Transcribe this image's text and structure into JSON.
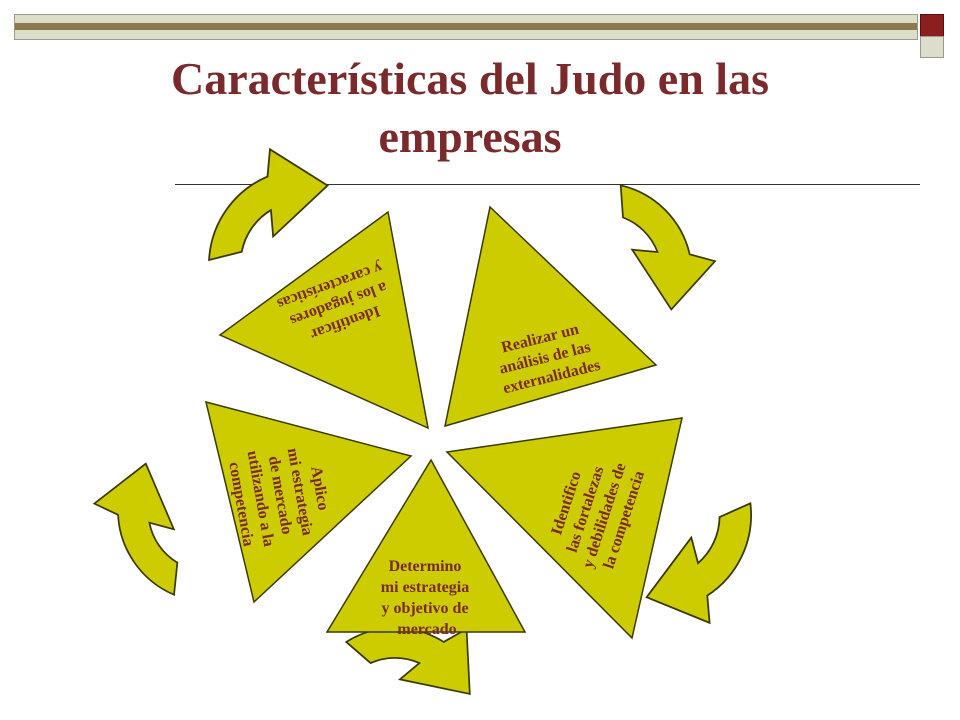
{
  "slide": {
    "title_line1": "Características del Judo en las",
    "title_line2": "empresas"
  },
  "colors": {
    "shape_fill": "#cccc00",
    "shape_stroke": "#3a3a00",
    "text": "#7a2a2a",
    "accent_dark_red": "#8b1f1f",
    "bar_tan": "#ddddcc"
  },
  "cycle": {
    "steps": [
      {
        "lines": [
          "Identificar",
          "a los jugadores",
          "y características"
        ]
      },
      {
        "lines": [
          "Realizar un",
          "análisis de las",
          "externalidades"
        ]
      },
      {
        "lines": [
          "Identifico",
          "las fortalezas",
          "y debilidades de",
          "la competencia"
        ]
      },
      {
        "lines": [
          "Determino",
          "mi estrategia",
          "y objetivo de",
          "mercado"
        ]
      },
      {
        "lines": [
          "Aplico",
          "mi estrategia",
          "de mercado",
          "utilizando a la",
          "competencia"
        ]
      }
    ]
  }
}
